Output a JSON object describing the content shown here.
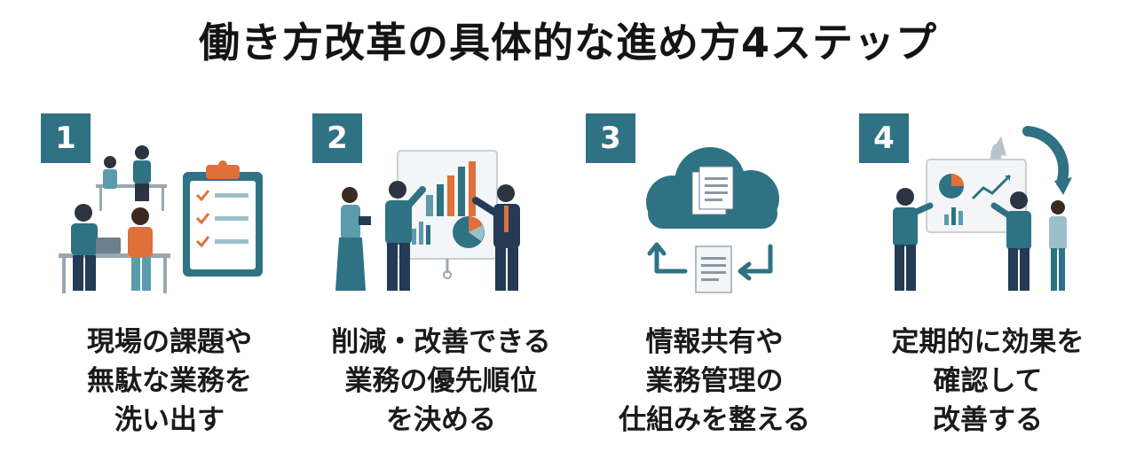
{
  "title": "働き方改革の具体的な進め方4ステップ",
  "colors": {
    "teal": "#2e7283",
    "orange": "#e0703a",
    "light_teal": "#5b9bab",
    "navy": "#243a55"
  },
  "steps": [
    {
      "number": "1",
      "lines": [
        "現場の課題や",
        "無駄な業務を",
        "洗い出す"
      ]
    },
    {
      "number": "2",
      "lines": [
        "削減・改善できる",
        "業務の優先順位",
        "を決める"
      ]
    },
    {
      "number": "3",
      "lines": [
        "情報共有や",
        "業務管理の",
        "仕組みを整える"
      ]
    },
    {
      "number": "4",
      "lines": [
        "定期的に効果を",
        "確認して",
        "改善する"
      ]
    }
  ]
}
